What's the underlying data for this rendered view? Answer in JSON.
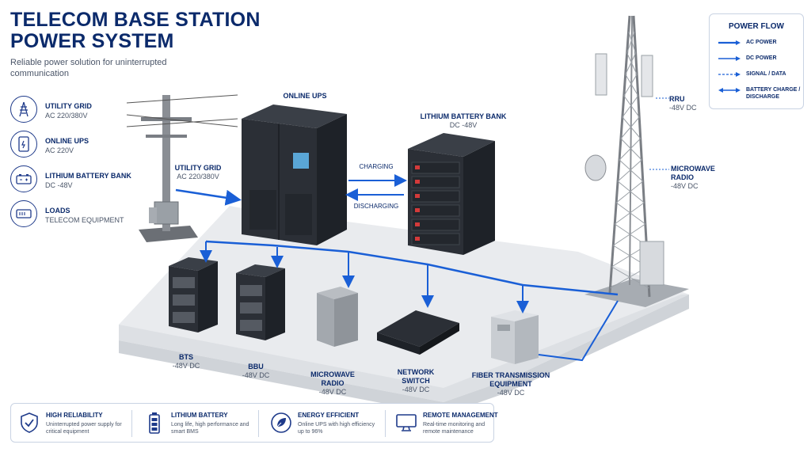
{
  "header": {
    "title_line1": "TELECOM BASE STATION",
    "title_line2": "POWER SYSTEM",
    "subtitle": "Reliable power solution for uninterrupted communication"
  },
  "legend_left": [
    {
      "title": "UTILITY GRID",
      "sub": "AC 220/380V",
      "icon": "transmission-tower-icon"
    },
    {
      "title": "ONLINE UPS",
      "sub": "AC 220V",
      "icon": "ups-icon"
    },
    {
      "title": "LITHIUM BATTERY BANK",
      "sub": "DC -48V",
      "icon": "battery-icon"
    },
    {
      "title": "LOADS",
      "sub": "TELECOM EQUIPMENT",
      "icon": "loads-icon"
    }
  ],
  "power_flow": {
    "title": "POWER FLOW",
    "items": [
      {
        "label": "AC POWER",
        "style": "solid-bold"
      },
      {
        "label": "DC POWER",
        "style": "solid"
      },
      {
        "label": "SIGNAL / DATA",
        "style": "dashed"
      },
      {
        "label": "BATTERY CHARGE / DISCHARGE",
        "style": "double"
      }
    ]
  },
  "labels": {
    "ups": {
      "title": "ONLINE UPS"
    },
    "battery": {
      "title": "LITHIUM BATTERY BANK",
      "sub": "DC -48V"
    },
    "grid": {
      "title": "UTILITY GRID",
      "sub": "AC 220/380V"
    },
    "charging": "CHARGING",
    "discharging": "DISCHARGING",
    "rru": {
      "title": "RRU",
      "sub": "-48V DC"
    },
    "microwave_tower": {
      "title": "MICROWAVE RADIO",
      "sub": "-48V DC"
    },
    "bts": {
      "title": "BTS",
      "sub": "-48V DC"
    },
    "bbu": {
      "title": "BBU",
      "sub": "-48V DC"
    },
    "microwave_radio": {
      "title": "MICROWAVE RADIO",
      "sub": "-48V DC"
    },
    "network_switch": {
      "title": "NETWORK SWITCH",
      "sub": "-48V DC"
    },
    "fiber": {
      "title": "FIBER TRANSMISSION EQUIPMENT",
      "sub": "-48V DC"
    }
  },
  "features": [
    {
      "title": "HIGH RELIABILITY",
      "sub": "Uninterrupted power supply for critical equipment",
      "icon": "shield-check-icon"
    },
    {
      "title": "LITHIUM BATTERY",
      "sub": "Long life, high performance and smart BMS",
      "icon": "battery-vertical-icon"
    },
    {
      "title": "ENERGY EFFICIENT",
      "sub": "Online UPS with high efficiency up to 96%",
      "icon": "leaf-icon"
    },
    {
      "title": "REMOTE MANAGEMENT",
      "sub": "Real-time monitoring and remote maintenance",
      "icon": "monitor-icon"
    }
  ],
  "colors": {
    "navy": "#0b2a6b",
    "flow_blue": "#1a5fd6",
    "cabinet": "#2b2f36",
    "platform": "#e9ebee"
  }
}
